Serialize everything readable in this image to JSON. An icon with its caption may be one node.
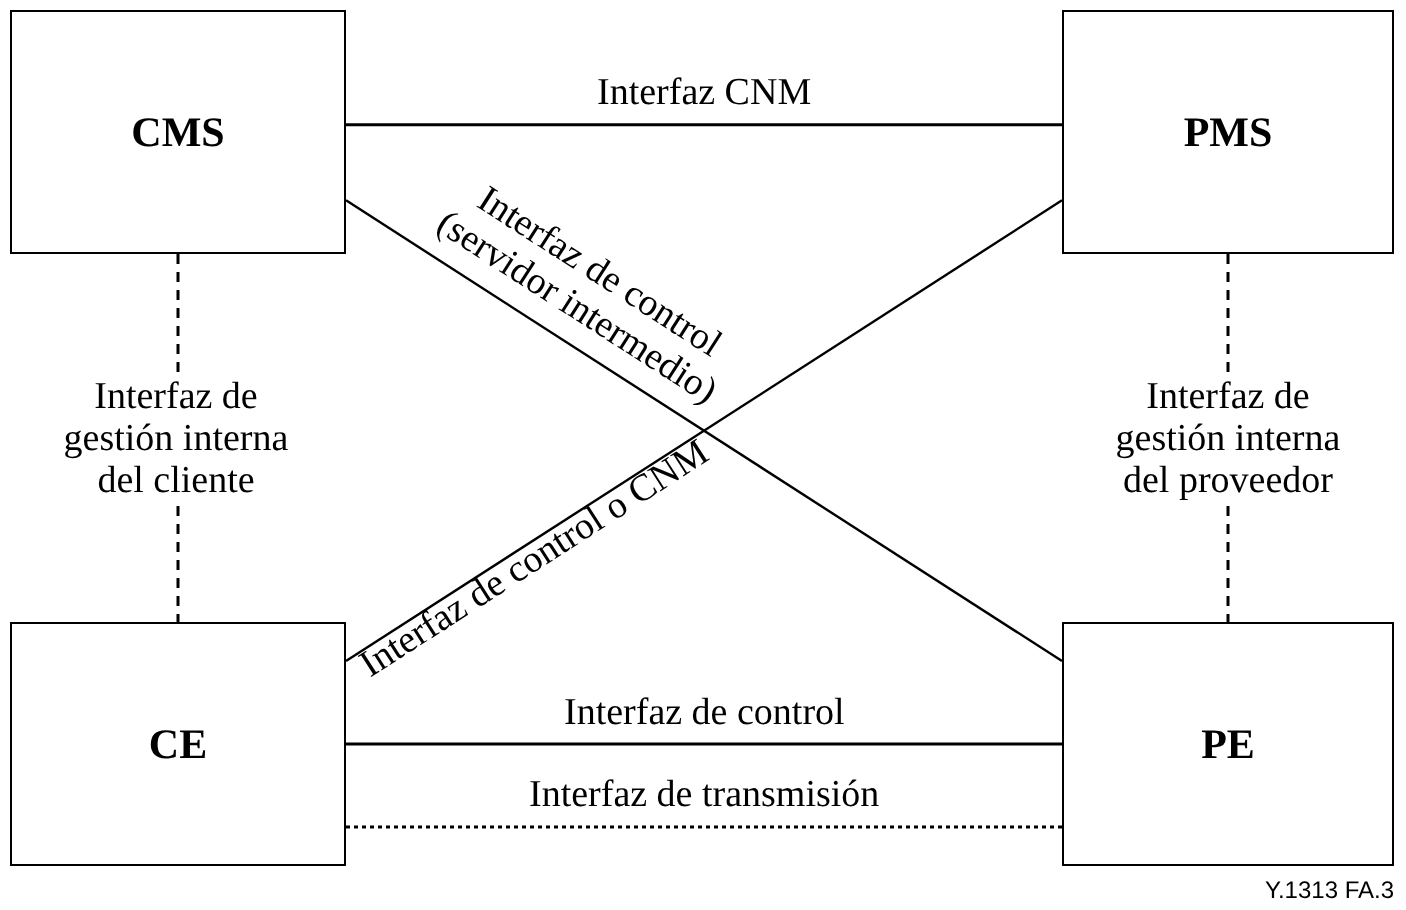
{
  "diagram": {
    "nodes": [
      {
        "text": [
          "CMS"
        ]
      },
      {
        "text": [
          "PMS"
        ]
      },
      {
        "text": [
          "CE"
        ]
      },
      {
        "text": [
          "PE"
        ]
      }
    ],
    "edges": [
      {
        "from": 0,
        "to": 1,
        "arrow": "none",
        "label": "Interfaz CNM"
      },
      {
        "from": 0,
        "to": 2,
        "arrow": "none",
        "style": "dashed",
        "label": "Interfaz de gestión interna del cliente"
      },
      {
        "from": 1,
        "to": 3,
        "arrow": "none",
        "style": "dashed",
        "label": "Interfaz de gestión interna del proveedor"
      },
      {
        "from": 0,
        "to": 3,
        "arrow": "none",
        "label": "Interfaz de control (servidor intermedio)"
      },
      {
        "from": 2,
        "to": 1,
        "arrow": "none",
        "label": "Interfaz de control o CNM"
      },
      {
        "from": 2,
        "to": 3,
        "arrow": "none",
        "label": "Interfaz de control"
      },
      {
        "from": 2,
        "to": 3,
        "arrow": "none",
        "style": "dashed",
        "label": "Interfaz de transmisión"
      }
    ],
    "labels": [
      "Y.1313 FA.3"
    ]
  }
}
